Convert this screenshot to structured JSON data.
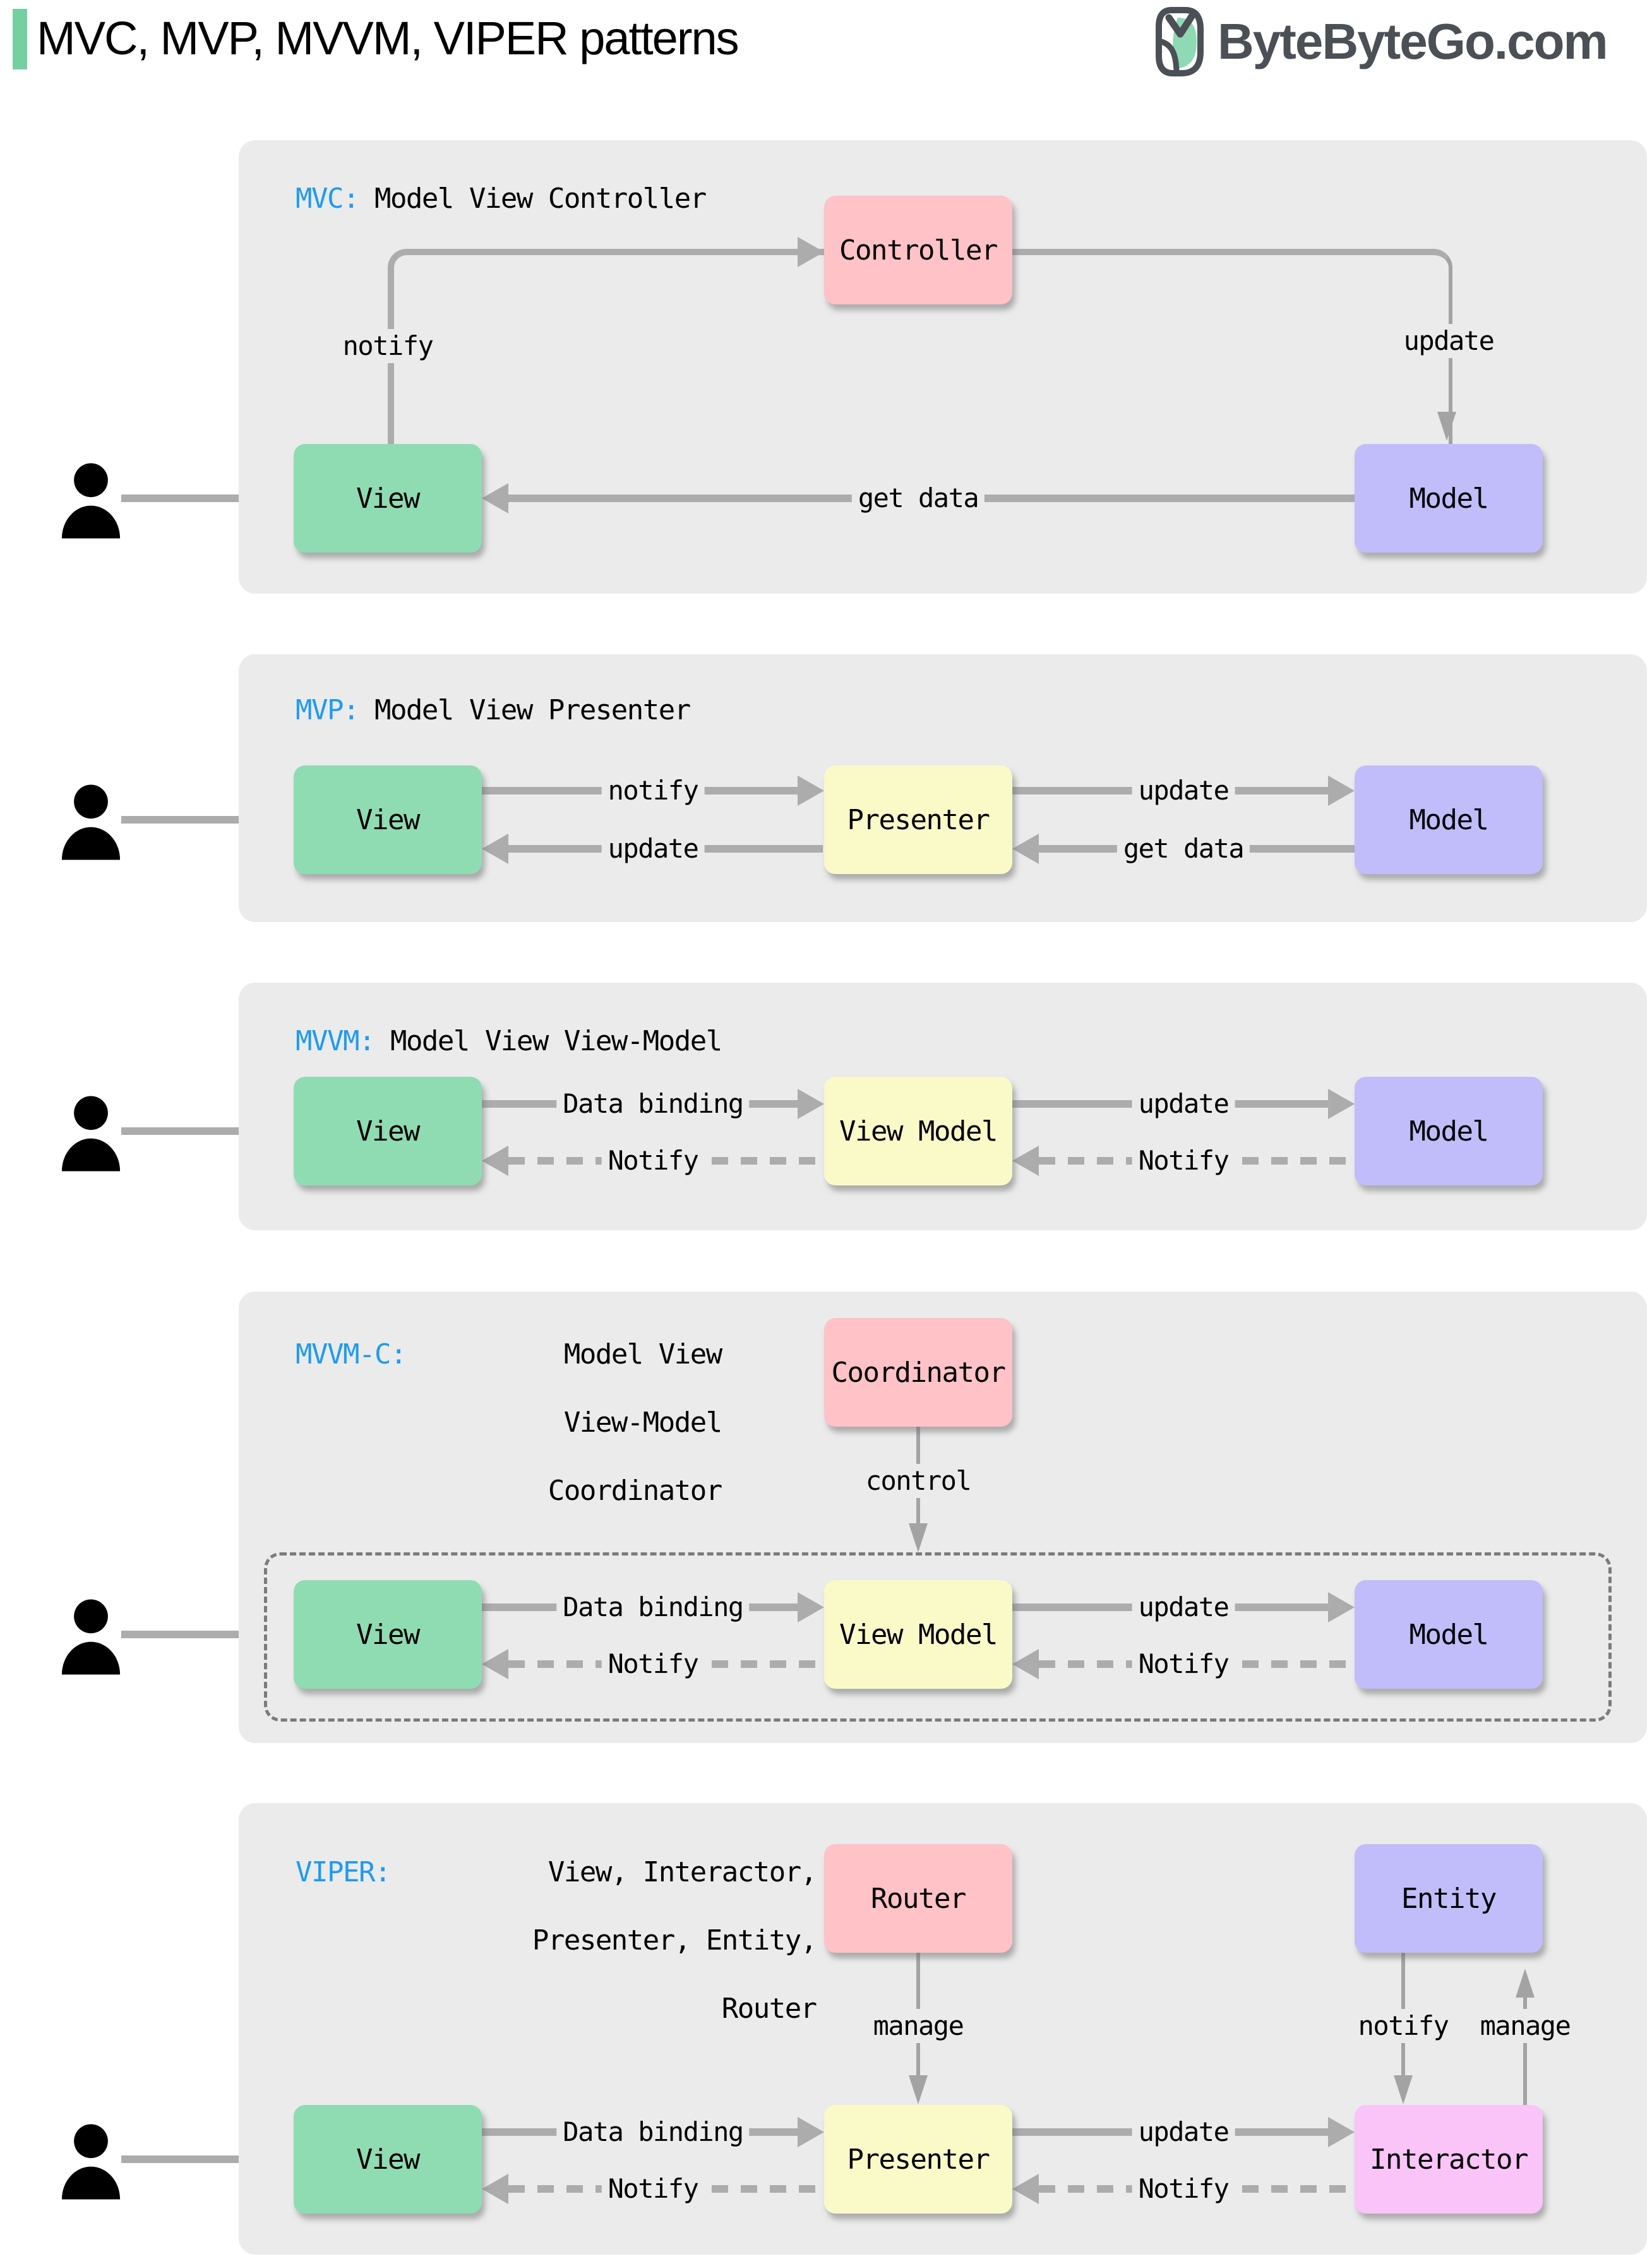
{
  "header": {
    "title": "MVC, MVP, MVVM, VIPER patterns",
    "logo_text": "ByteByteGo.com"
  },
  "colors": {
    "accent_green": "#74cfa1",
    "tag_blue": "#1f9bf0",
    "panel_bg": "#ebebeb",
    "box_green": "#8fdcb3",
    "box_pink": "#ffc2c7",
    "box_purple": "#c0bdfa",
    "box_yellow": "#fafac8",
    "box_magenta": "#fac4f8",
    "arrow_gray": "#acacac",
    "logo_gray": "#4a5056"
  },
  "panels": {
    "mvc": {
      "tag": "MVC: ",
      "desc": "Model View Controller",
      "boxes": {
        "controller": "Controller",
        "view": "View",
        "model": "Model"
      },
      "edges": {
        "notify": "notify",
        "update": "update",
        "get_data": "get data"
      }
    },
    "mvp": {
      "tag": "MVP: ",
      "desc": "Model View Presenter",
      "boxes": {
        "view": "View",
        "presenter": "Presenter",
        "model": "Model"
      },
      "edges": {
        "notify": "notify",
        "update_to_view": "update",
        "update_to_model": "update",
        "get_data": "get data"
      }
    },
    "mvvm": {
      "tag": "MVVM: ",
      "desc": "Model View View-Model",
      "boxes": {
        "view": "View",
        "view_model": "View Model",
        "model": "Model"
      },
      "edges": {
        "data_binding": "Data binding",
        "notify_view": "Notify",
        "update": "update",
        "notify_vm": "Notify"
      }
    },
    "mvvmc": {
      "tag": "MVVM-C: ",
      "desc_lines": [
        "Model View",
        "View-Model",
        "Coordinator"
      ],
      "boxes": {
        "coordinator": "Coordinator",
        "view": "View",
        "view_model": "View Model",
        "model": "Model"
      },
      "edges": {
        "control": "control",
        "data_binding": "Data binding",
        "notify_view": "Notify",
        "update": "update",
        "notify_vm": "Notify"
      }
    },
    "viper": {
      "tag": "VIPER: ",
      "desc_lines": [
        "View, Interactor,",
        "Presenter, Entity,",
        "Router"
      ],
      "boxes": {
        "router": "Router",
        "entity": "Entity",
        "view": "View",
        "presenter": "Presenter",
        "interactor": "Interactor"
      },
      "edges": {
        "manage_router": "manage",
        "notify_entity": "notify",
        "manage_entity": "manage",
        "data_binding": "Data binding",
        "notify_view": "Notify",
        "update": "update",
        "notify_presenter": "Notify"
      }
    }
  }
}
